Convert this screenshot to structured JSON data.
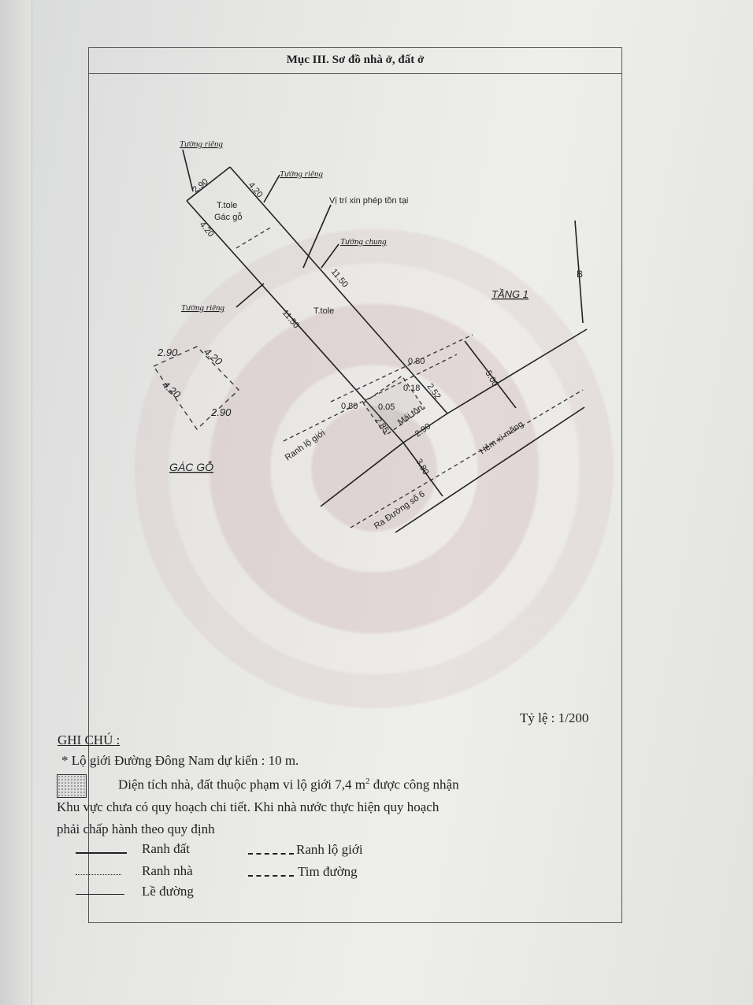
{
  "document": {
    "title": "Mục III. Sơ đồ nhà ở, đất ở",
    "scale": "Tỷ lệ : 1/200"
  },
  "plan_labels": {
    "wall_private_1": "Tường riêng",
    "wall_private_2": "Tường riêng",
    "wall_private_3": "Tường riêng",
    "wall_shared": "Tường chung",
    "permit_location": "Vị trí xin phép tồn tại",
    "roof_loft_1": "T.tole",
    "roof_loft_2": "Gác gỗ",
    "roof_main": "T.tole",
    "floor": "TẦNG 1",
    "roof_awning": "Mái tôn",
    "boundary_line": "Ranh lộ giới",
    "alley": "Hẻm xi măng",
    "road": "Ra Đường số 6",
    "north": "B"
  },
  "dimensions": {
    "top_width": "2.90",
    "right_top": "4.20",
    "left_top": "4.20",
    "right_long": "11.50",
    "left_long": "11.50",
    "setback_right": "0.80",
    "setback_left": "0.80",
    "d_018": "0.18",
    "d_005": "0.05",
    "d_252": "2.52",
    "d_285": "2.85",
    "front_width": "2.90",
    "road_width": "3.80",
    "alley_width": "5.00"
  },
  "sketch": {
    "a": "2.90",
    "b": "4.20",
    "c": "4.20",
    "d": "2.90",
    "label": "GÁC GỖ"
  },
  "notes": {
    "heading": "GHI CHÚ :",
    "line1": "* Lộ giới Đường Đông Nam dự kiến : 10 m.",
    "line2": "Diện tích nhà, đất thuộc phạm vi lộ giới 7,4 m",
    "line2_sup": "2",
    "line2_end": " được công nhận",
    "line3": "Khu vực chưa có quy hoạch chi tiết. Khi nhà nước thực hiện quy hoạch",
    "line4": "phải chấp hành theo quy định"
  },
  "legend": {
    "land_boundary": "Ranh đất",
    "house_boundary": "Ranh nhà",
    "curb": "Lề đường",
    "road_boundary": "Ranh lộ giới",
    "centerline": "Tim đường"
  }
}
